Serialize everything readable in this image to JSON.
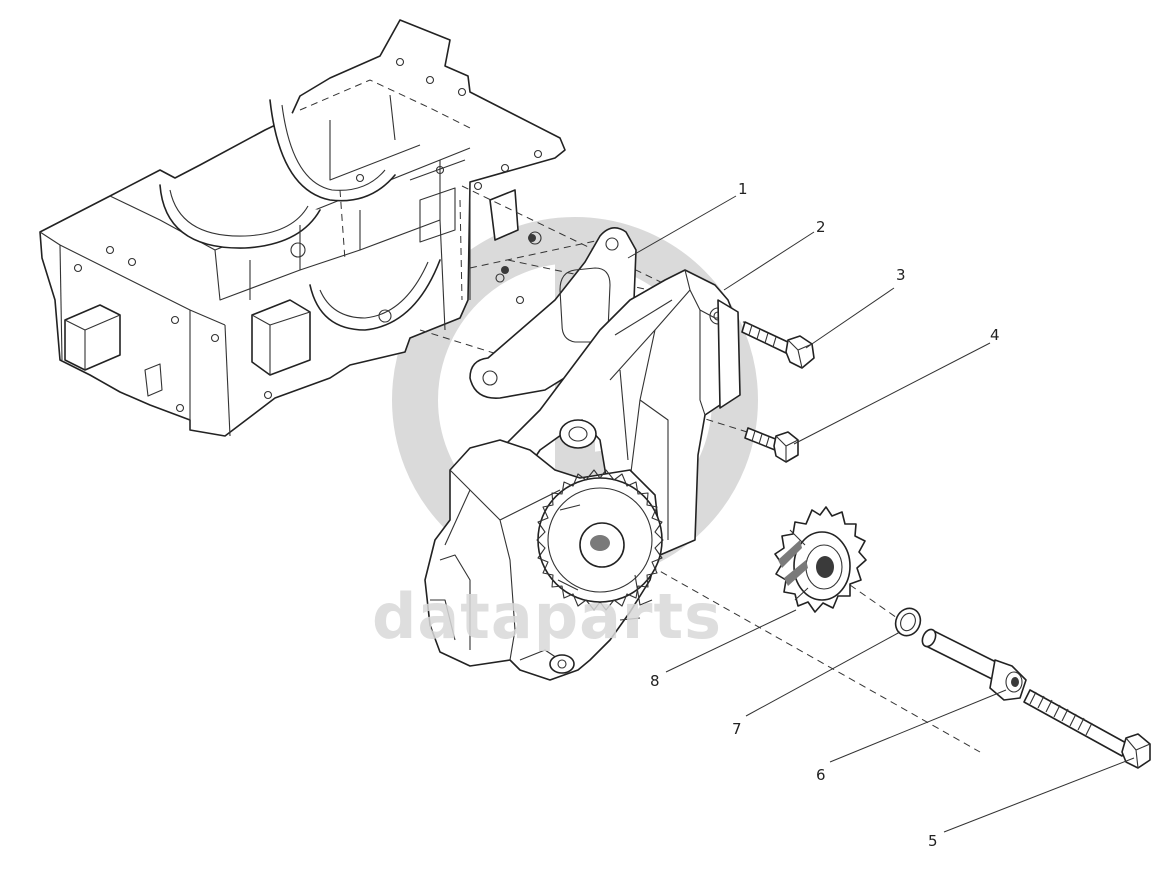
{
  "callouts": {
    "c1": "1",
    "c2": "2",
    "c3": "3",
    "c4": "4",
    "c5": "5",
    "c6": "6",
    "c7": "7",
    "c8": "8"
  },
  "watermark": {
    "text": "dataparts"
  },
  "colors": {
    "line": "#222222",
    "watermark": "#d9d9d9",
    "background": "#ffffff"
  }
}
